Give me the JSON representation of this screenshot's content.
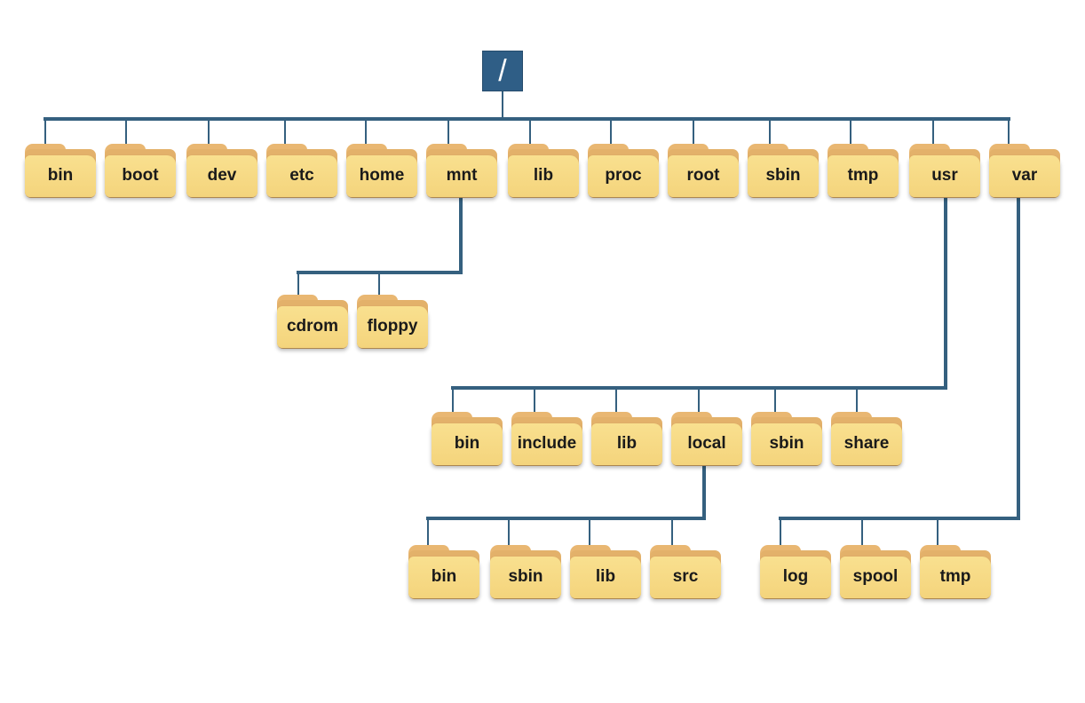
{
  "root": {
    "label": "/"
  },
  "colors": {
    "connector": "#35607f",
    "folder_front": "#f6d985",
    "folder_tab": "#e6b56e",
    "root_box": "#2f5e86"
  },
  "tree": {
    "top_level": [
      "bin",
      "boot",
      "dev",
      "etc",
      "home",
      "mnt",
      "lib",
      "proc",
      "root",
      "sbin",
      "tmp",
      "usr",
      "var"
    ],
    "mnt_children": [
      "cdrom",
      "floppy"
    ],
    "usr_children": [
      "bin",
      "include",
      "lib",
      "local",
      "sbin",
      "share"
    ],
    "local_children": [
      "bin",
      "sbin",
      "lib",
      "src"
    ],
    "var_children": [
      "log",
      "spool",
      "tmp"
    ]
  }
}
